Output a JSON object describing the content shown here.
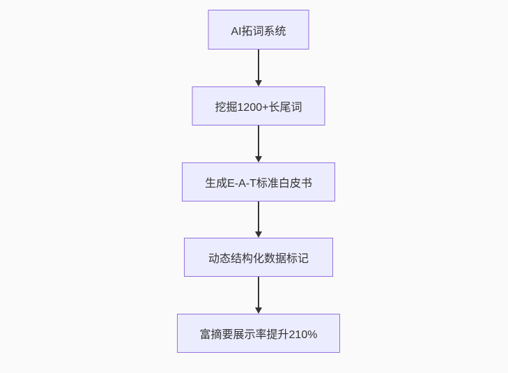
{
  "diagram": {
    "type": "flowchart",
    "direction": "top-down",
    "colors": {
      "background": "#fafafa",
      "node_fill": "#ECECFF",
      "node_border": "#9370DB",
      "arrow": "#333333",
      "text": "#333333"
    },
    "nodes": [
      {
        "id": "n1",
        "label": "AI拓词系统"
      },
      {
        "id": "n2",
        "label": "挖掘1200+长尾词"
      },
      {
        "id": "n3",
        "label": "生成E-A-T标准白皮书"
      },
      {
        "id": "n4",
        "label": "动态结构化数据标记"
      },
      {
        "id": "n5",
        "label": "富摘要展示率提升210%"
      }
    ],
    "edges": [
      {
        "from": "n1",
        "to": "n2"
      },
      {
        "from": "n2",
        "to": "n3"
      },
      {
        "from": "n3",
        "to": "n4"
      },
      {
        "from": "n4",
        "to": "n5"
      }
    ]
  }
}
